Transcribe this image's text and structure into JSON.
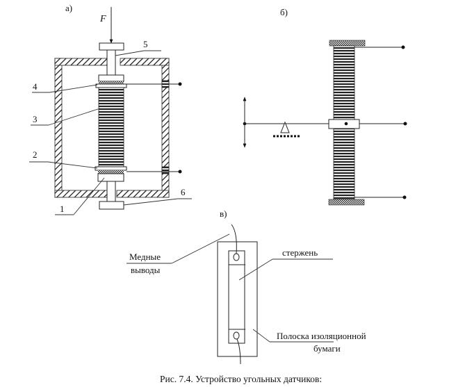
{
  "figure": {
    "caption": "Рис. 7.4. Устройство угольных датчиков:"
  },
  "panel_a": {
    "label": "а)",
    "force_label": "F",
    "callouts": [
      "1",
      "2",
      "3",
      "4",
      "5",
      "6"
    ]
  },
  "panel_b": {
    "label": "б)"
  },
  "panel_c": {
    "label": "в)",
    "copper_leads_line1": "Медные",
    "copper_leads_line2": "выводы",
    "rod": "стержень",
    "paper_strip_line1": "Полоска изоляционной",
    "paper_strip_line2": "бумаги"
  }
}
